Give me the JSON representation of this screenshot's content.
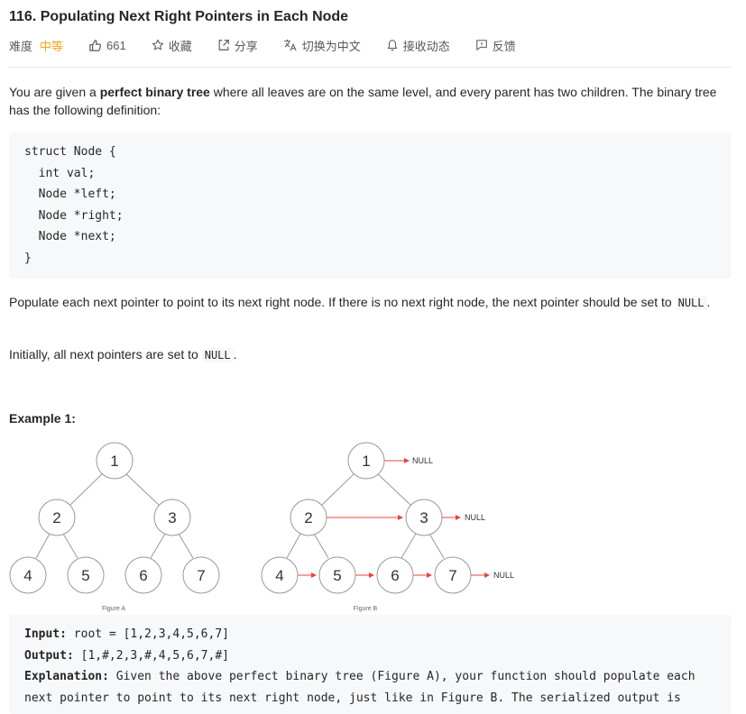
{
  "problem": {
    "title": "116. Populating Next Right Pointers in Each Node"
  },
  "meta": {
    "difficulty_label": "难度",
    "difficulty_value": "中等",
    "likes": "661",
    "favorite_label": "收藏",
    "share_label": "分享",
    "translate_label": "切换为中文",
    "notify_label": "接收动态",
    "feedback_label": "反馈"
  },
  "description": {
    "p1_pre": "You are given a ",
    "p1_bold": "perfect binary tree",
    "p1_post": " where all leaves are on the same level, and every parent has two children. The binary tree has the following definition:",
    "code_lines": [
      "struct Node {",
      "  int val;",
      "  Node *left;",
      "  Node *right;",
      "  Node *next;",
      "}"
    ],
    "p2_pre": "Populate each next pointer to point to its next right node. If there is no next right node, the next pointer should be set to ",
    "p2_code": "NULL",
    "p2_post": ".",
    "p3_pre": "Initially, all next pointers are set to ",
    "p3_code": "NULL",
    "p3_post": "."
  },
  "example": {
    "title": "Example 1:",
    "figure_a_caption": "Figure A",
    "figure_b_caption": "Figure B",
    "null_label": "NULL",
    "node_values": [
      "1",
      "2",
      "3",
      "4",
      "5",
      "6",
      "7"
    ],
    "input_label": "Input:",
    "input_value": " root = [1,2,3,4,5,6,7]",
    "output_label": "Output:",
    "output_value": " [1,#,2,3,#,4,5,6,7,#]",
    "explanation_label": "Explanation:",
    "explanation_line1": " Given the above perfect binary tree (Figure A), your function should populate each",
    "explanation_line2": "next pointer to point to its next right node, just like in Figure B. The serialized output is"
  },
  "colors": {
    "accent_difficulty": "#ffa116",
    "next_arrow": "#e8453c",
    "code_bg": "#f7f8fa"
  }
}
